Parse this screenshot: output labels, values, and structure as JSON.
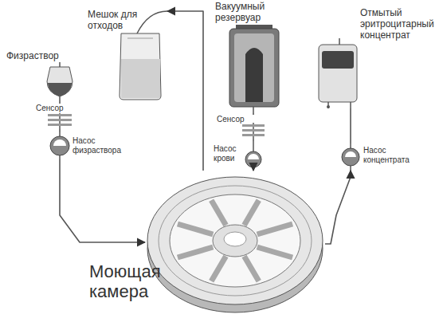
{
  "diagram": {
    "nodes": [
      {
        "text": [
          "Физраствор"
        ]
      },
      {
        "text": [
          "Мешок для отходов"
        ]
      },
      {
        "text": [
          "Вакуумный резервуар"
        ]
      },
      {
        "text": [
          "Отмытый эритроцитарный концентрат"
        ]
      },
      {
        "text": [
          "Сенсор"
        ]
      },
      {
        "text": [
          "Сенсор"
        ]
      },
      {
        "text": [
          "Насос физраствора"
        ]
      },
      {
        "text": [
          "Насос крови"
        ]
      },
      {
        "text": [
          "Насос концентрата"
        ]
      },
      {
        "text": [
          "Моющая камера"
        ]
      }
    ],
    "edges": [
      {
        "from": 0,
        "to": 4,
        "arrow": "none"
      },
      {
        "from": 4,
        "to": 6,
        "arrow": "none"
      },
      {
        "from": 6,
        "to": 9,
        "arrow": "to"
      },
      {
        "from": 9,
        "to": 1,
        "arrow": "to"
      },
      {
        "from": 2,
        "to": 5,
        "arrow": "none"
      },
      {
        "from": 5,
        "to": 7,
        "arrow": "none"
      },
      {
        "from": 7,
        "to": 9,
        "arrow": "to"
      },
      {
        "from": 9,
        "to": 8,
        "arrow": "to"
      },
      {
        "from": 8,
        "to": 3,
        "arrow": "none"
      }
    ]
  }
}
